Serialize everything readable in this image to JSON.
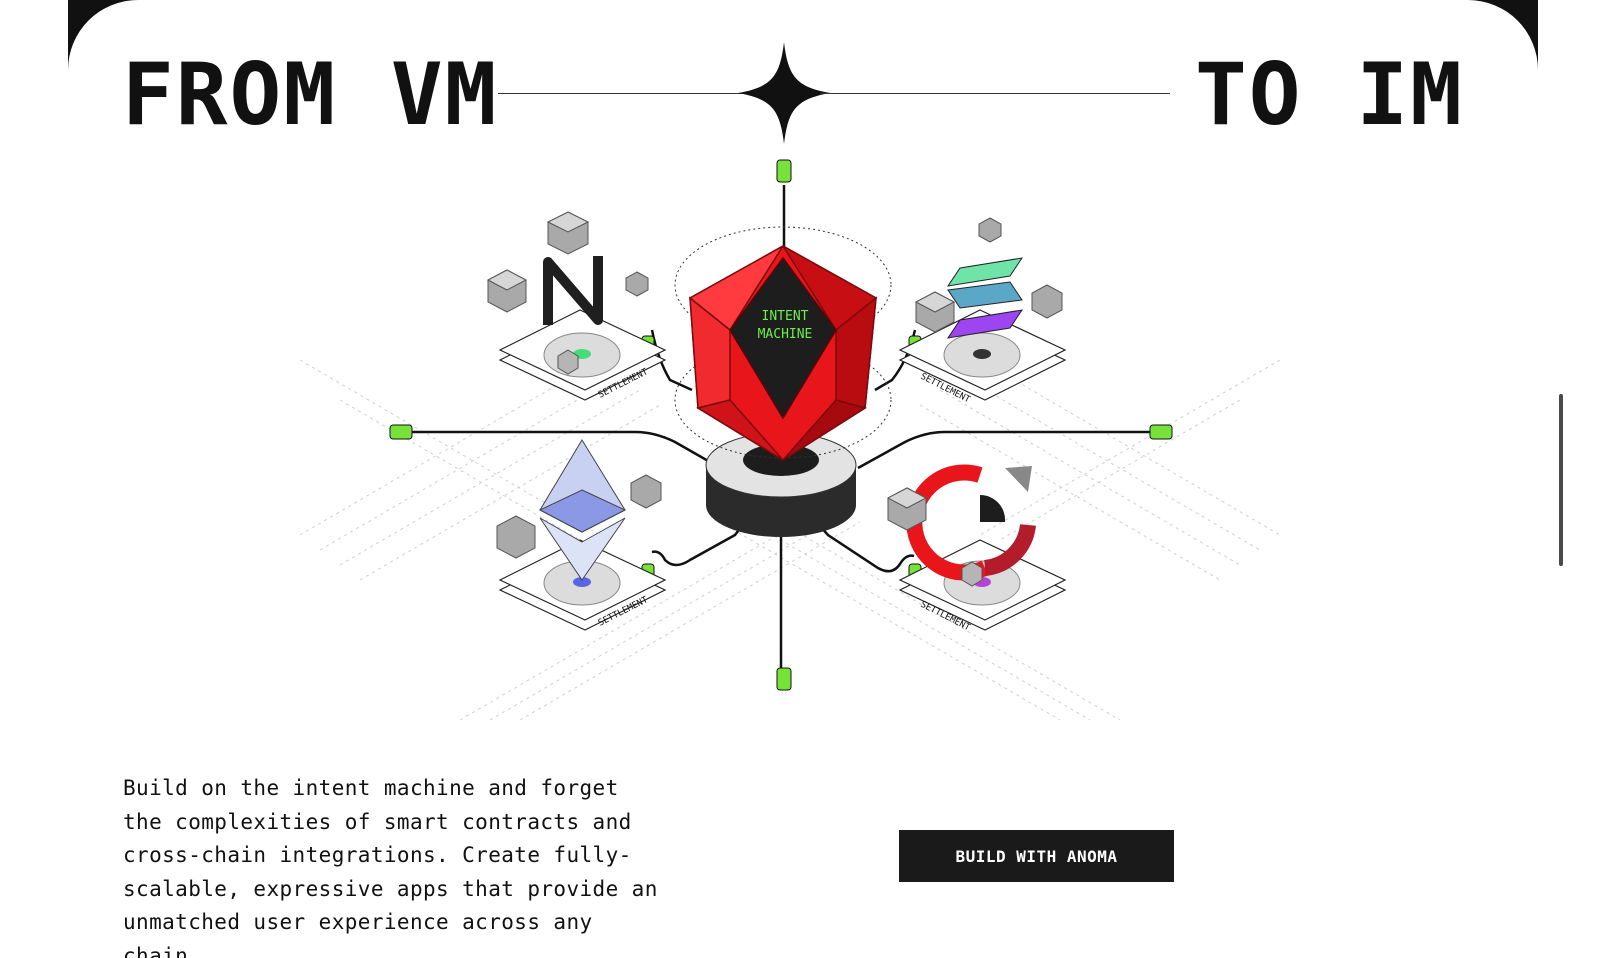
{
  "hero": {
    "title_left": "FROM VM",
    "title_right": "TO IM"
  },
  "illustration": {
    "core_label_line1": "INTENT",
    "core_label_line2": "MACHINE",
    "platform_label": "SETTLEMENT",
    "icons": [
      "near-logo-icon",
      "solana-logo-icon",
      "ethereum-logo-icon",
      "red-ring-logo-icon",
      "cube-icon",
      "connector-plug-icon"
    ]
  },
  "content": {
    "description": "Build on the intent machine and forget the complexities of smart contracts and cross-chain integrations. Create fully-scalable, expressive apps that provide an unmatched user experience across any chain.",
    "cta_label": "BUILD WITH ANOMA"
  },
  "colors": {
    "core_red": "#e8161b",
    "core_dark": "#1d1d1d",
    "label_green": "#6cf04a",
    "plug_green": "#77e23a",
    "button_bg": "#1a1a1a",
    "text": "#111111"
  }
}
